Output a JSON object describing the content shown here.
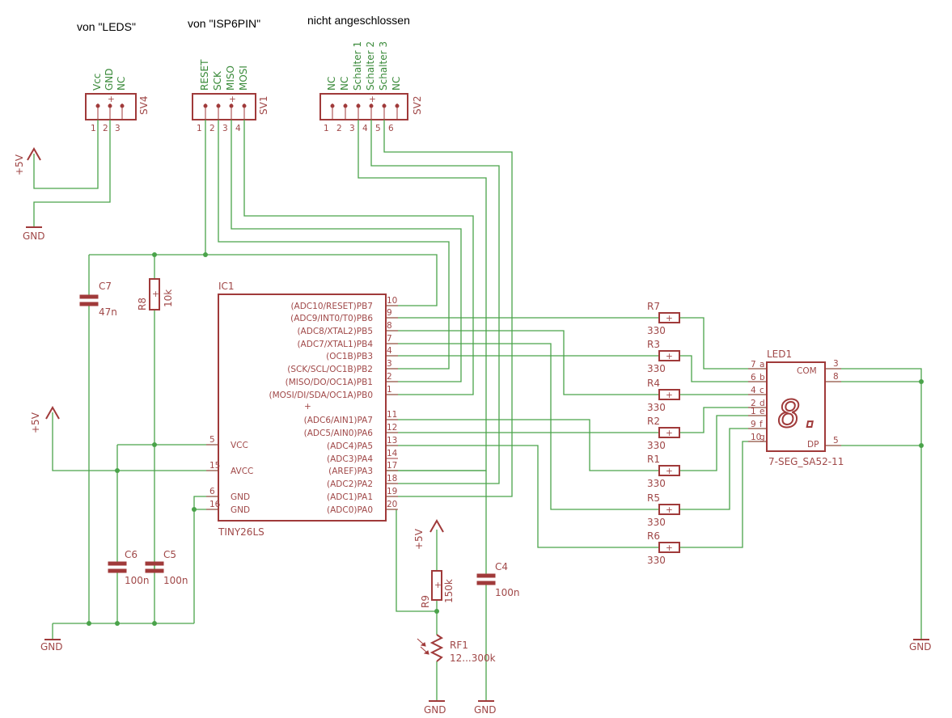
{
  "headings": {
    "leds": "von \"LEDS\"",
    "isp": "von \"ISP6PIN\"",
    "nc": "nicht angeschlossen"
  },
  "connectors": {
    "sv4": {
      "name": "SV4",
      "pins": [
        "1",
        "2",
        "3"
      ],
      "nets": [
        "Vcc",
        "GND",
        "NC"
      ]
    },
    "sv1": {
      "name": "SV1",
      "pins": [
        "1",
        "2",
        "3",
        "4"
      ],
      "nets": [
        "RESET",
        "SCK",
        "MISO",
        "MOSI"
      ]
    },
    "sv2": {
      "name": "SV2",
      "pins": [
        "1",
        "2",
        "3",
        "4",
        "5",
        "6"
      ],
      "nets": [
        "NC",
        "NC",
        "Schalter 1",
        "Schalter 2",
        "Schalter 3",
        "NC"
      ]
    }
  },
  "ic": {
    "name": "IC1",
    "part": "TINY26LS",
    "right_pins": [
      {
        "num": "10",
        "label": "(ADC10/RESET)PB7"
      },
      {
        "num": "9",
        "label": "(ADC9/INT0/T0)PB6"
      },
      {
        "num": "8",
        "label": "(ADC8/XTAL2)PB5"
      },
      {
        "num": "7",
        "label": "(ADC7/XTAL1)PB4"
      },
      {
        "num": "4",
        "label": "(OC1B)PB3"
      },
      {
        "num": "3",
        "label": "(SCK/SCL/OC1B)PB2"
      },
      {
        "num": "2",
        "label": "(MISO/DO/OC1A)PB1"
      },
      {
        "num": "1",
        "label": "(MOSI/DI/SDA/OC1A)PB0"
      },
      {
        "num": "11",
        "label": "(ADC6/AIN1)PA7"
      },
      {
        "num": "12",
        "label": "(ADC5/AIN0)PA6"
      },
      {
        "num": "13",
        "label": "(ADC4)PA5"
      },
      {
        "num": "14",
        "label": "(ADC3)PA4"
      },
      {
        "num": "17",
        "label": "(AREF)PA3"
      },
      {
        "num": "18",
        "label": "(ADC2)PA2"
      },
      {
        "num": "19",
        "label": "(ADC1)PA1"
      },
      {
        "num": "20",
        "label": "(ADC0)PA0"
      }
    ],
    "left_pins": [
      {
        "num": "5",
        "label": "VCC"
      },
      {
        "num": "15",
        "label": "AVCC"
      },
      {
        "num": "6",
        "label": "GND"
      },
      {
        "num": "16",
        "label": "GND"
      }
    ]
  },
  "resistors": [
    {
      "name": "R7",
      "value": "330"
    },
    {
      "name": "R3",
      "value": "330"
    },
    {
      "name": "R4",
      "value": "330"
    },
    {
      "name": "R2",
      "value": "330"
    },
    {
      "name": "R1",
      "value": "330"
    },
    {
      "name": "R5",
      "value": "330"
    },
    {
      "name": "R6",
      "value": "330"
    }
  ],
  "r8": {
    "name": "R8",
    "value": "10k"
  },
  "r9": {
    "name": "R9",
    "value": "150k"
  },
  "rf1": {
    "name": "RF1",
    "value": "12...300k"
  },
  "caps": {
    "c7": {
      "name": "C7",
      "value": "47n"
    },
    "c6": {
      "name": "C6",
      "value": "100n"
    },
    "c5": {
      "name": "C5",
      "value": "100n"
    },
    "c4": {
      "name": "C4",
      "value": "100n"
    }
  },
  "led": {
    "name": "LED1",
    "part": "7-SEG_SA52-11",
    "com": "COM",
    "dp": "DP",
    "glyph": "8.",
    "left_pins": [
      {
        "num": "7",
        "seg": "a"
      },
      {
        "num": "6",
        "seg": "b"
      },
      {
        "num": "4",
        "seg": "c"
      },
      {
        "num": "2",
        "seg": "d"
      },
      {
        "num": "1",
        "seg": "e"
      },
      {
        "num": "9",
        "seg": "f"
      },
      {
        "num": "10",
        "seg": "g"
      }
    ],
    "right_pins": [
      "3",
      "8",
      "5"
    ]
  },
  "power": {
    "vcc": "+5V",
    "gnd": "GND"
  }
}
